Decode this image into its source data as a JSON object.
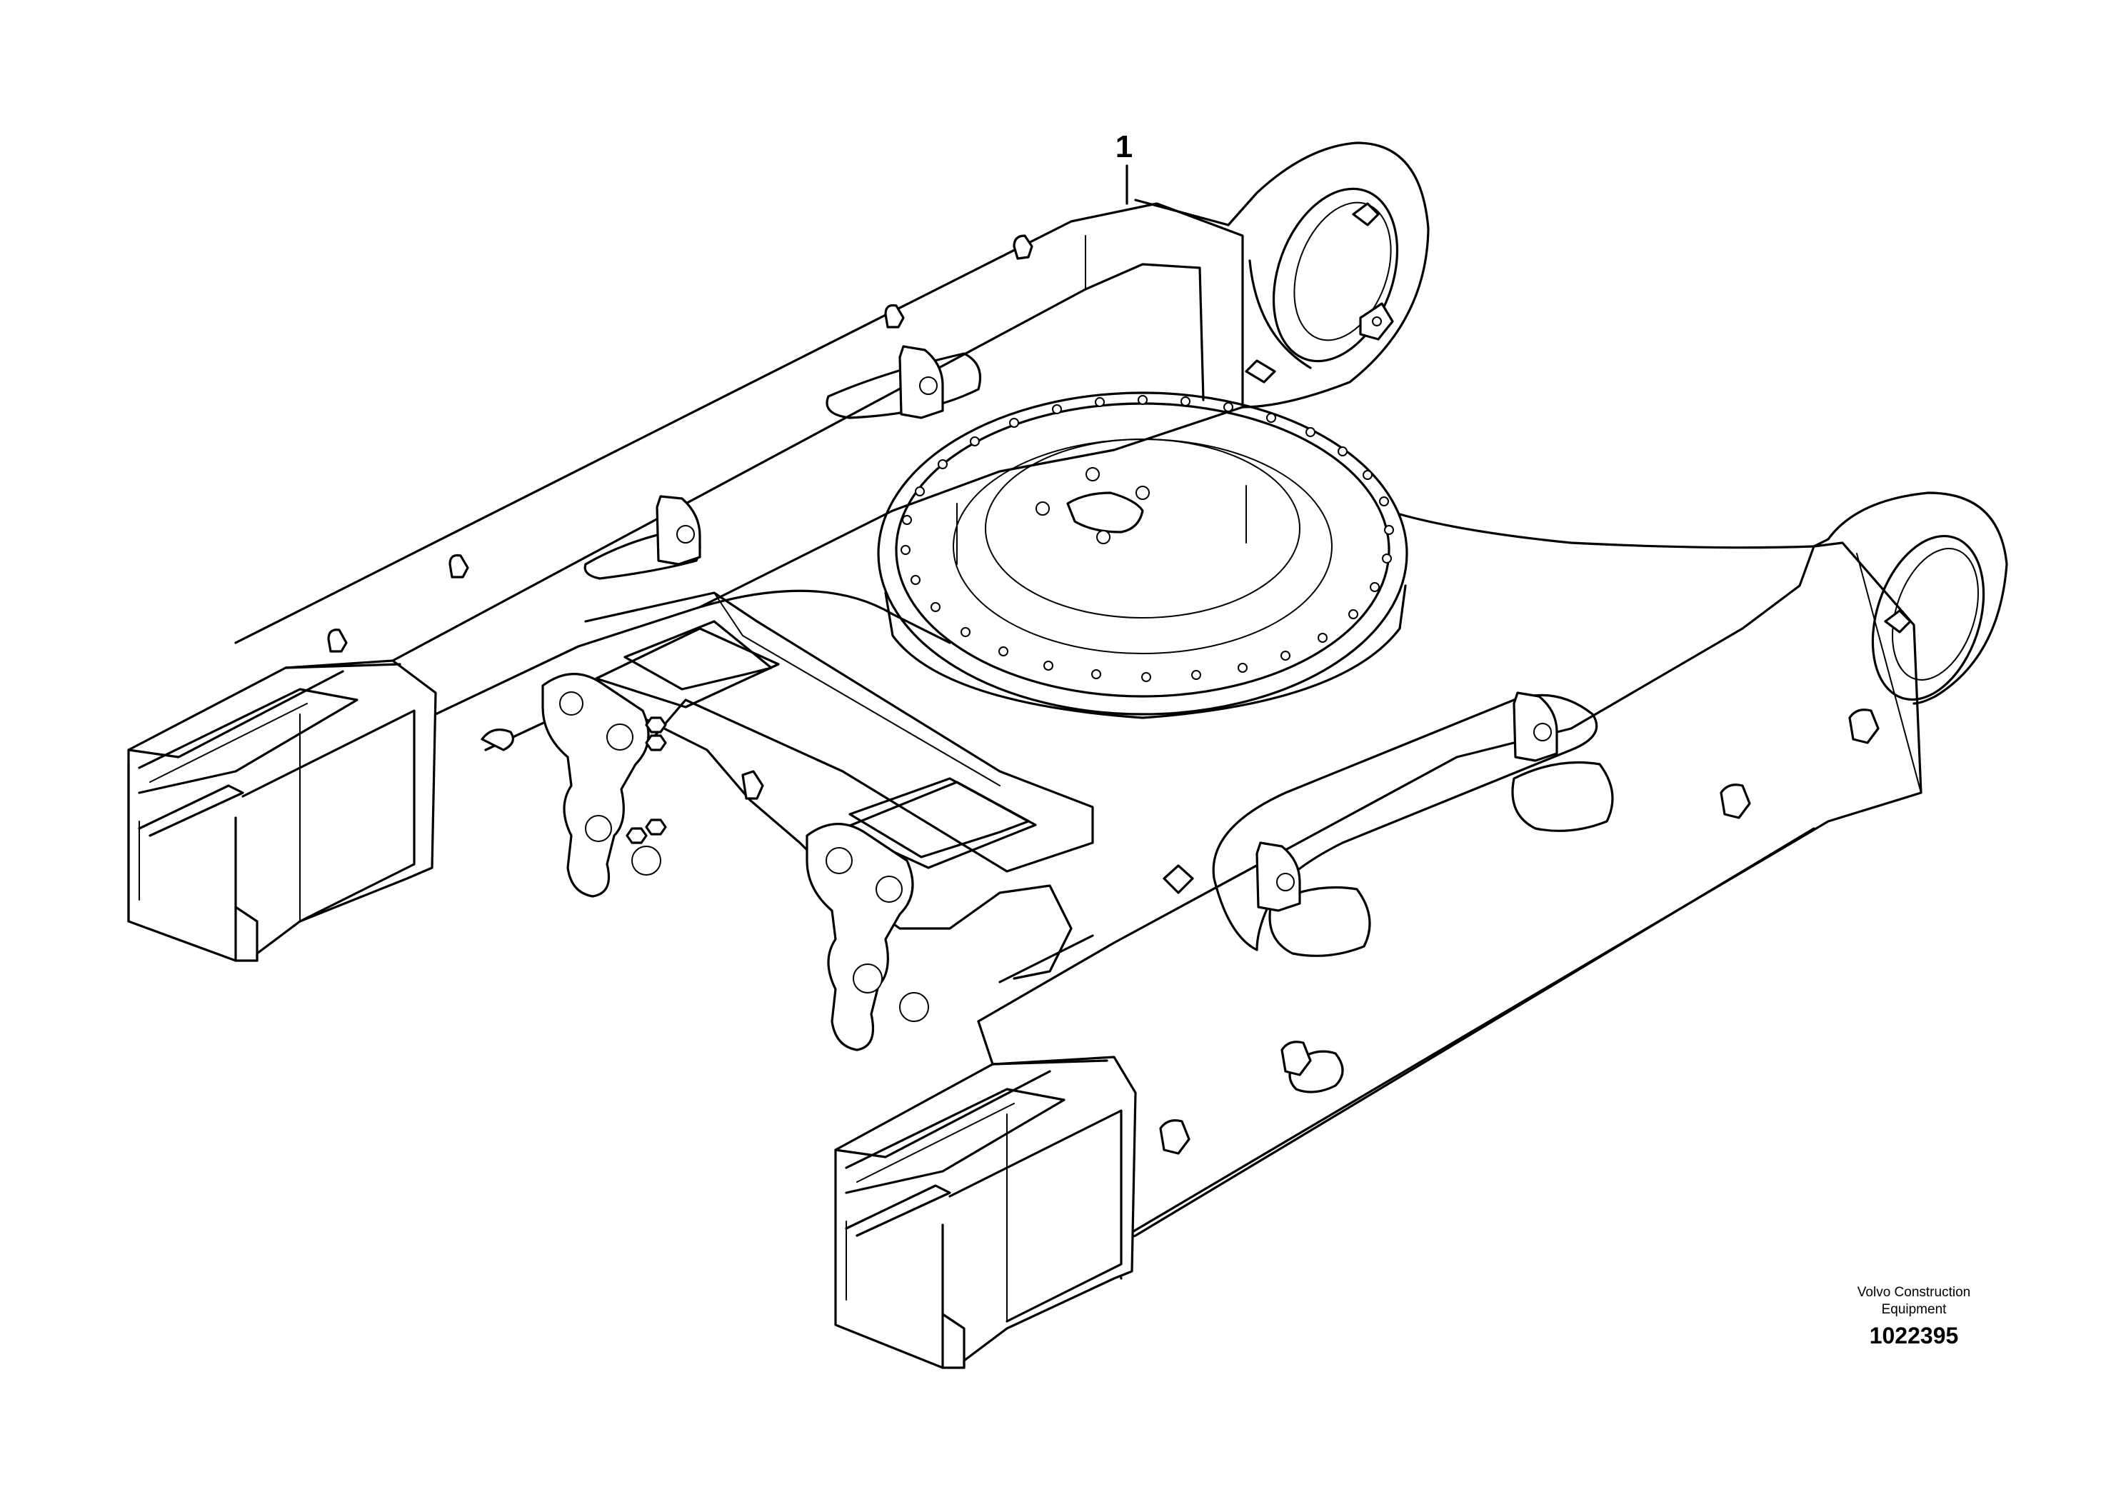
{
  "diagram": {
    "callouts": [
      {
        "id": "1",
        "label": "1"
      }
    ]
  },
  "footer": {
    "publisher_line_1": "Volvo Construction",
    "publisher_line_2": "Equipment",
    "document_number": "1022395"
  }
}
